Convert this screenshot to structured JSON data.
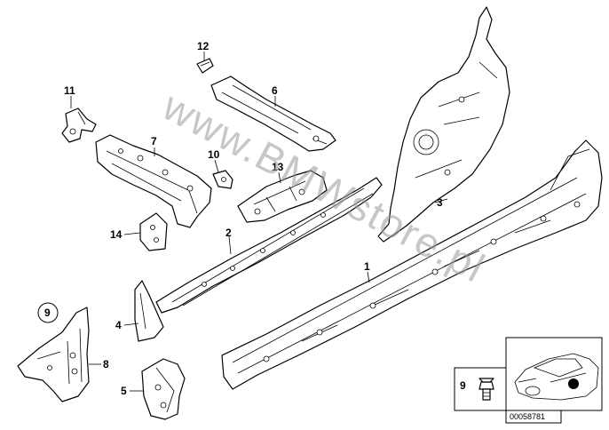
{
  "callouts": {
    "c1": "1",
    "c2": "2",
    "c3": "3",
    "c4": "4",
    "c5": "5",
    "c6": "6",
    "c7": "7",
    "c8": "8",
    "c9_circled": "9",
    "c9_inset": "9",
    "c10": "10",
    "c11": "11",
    "c12": "12",
    "c13": "13",
    "c14": "14"
  },
  "watermark": "www.BMWstore.pl",
  "inset": {
    "reference_code": "00058781"
  }
}
